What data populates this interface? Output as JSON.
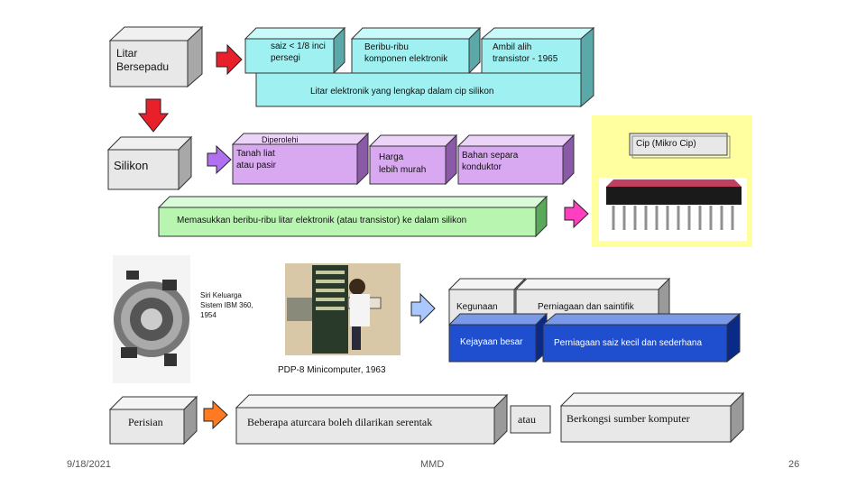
{
  "colors": {
    "cyan": "#9ff0f0",
    "purple": "#d8a8f0",
    "green": "#b8f5b0",
    "blue": "#1f4fcf",
    "yellow": "#ffffa0",
    "grey": "#e8e8e8",
    "arrow_red": "#e8202a",
    "arrow_purple": "#b070f0",
    "arrow_magenta": "#ff3ec0",
    "arrow_blue": "#a8c8ff",
    "arrow_orange": "#ff7a20"
  },
  "row1": {
    "head": "Litar\nBersepadu",
    "box1": "saiz < 1/8 inci\npersegi",
    "box2": "Beribu-ribu\nkomponen elektronik",
    "box3": "Ambil alih\ntransistor - 1965",
    "bar": "Litar elektronik yang lengkap dalam cip silikon"
  },
  "row2": {
    "head": "Silikon",
    "caption": "Diperolehi",
    "box1": "Tanah liat\natau pasir",
    "box2": "Harga\nlebih murah",
    "box3": "Bahan separa\nkonduktor",
    "bar": "Memasukkan beribu-ribu litar elektronik (atau transistor) ke dalam silikon",
    "chip_label": "Cip (Mikro Cip)"
  },
  "row3": {
    "ibm_caption": "Siri Keluarga\nSistem IBM 360,\n1954",
    "pdp_caption": "PDP-8 Minicomputer, 1963",
    "use_head": "Kegunaan",
    "use1": "Perniagaan dan saintifik",
    "adv_head": "Kejayaan besar",
    "use2": "Perniagaan saiz kecil dan sederhana"
  },
  "row4": {
    "head": "Perisian",
    "box1": "Beberapa aturcara boleh dilarikan serentak",
    "or": "atau",
    "box2": "Berkongsi sumber komputer"
  },
  "footer": {
    "date": "9/18/2021",
    "center": "MMD",
    "page": "26"
  }
}
